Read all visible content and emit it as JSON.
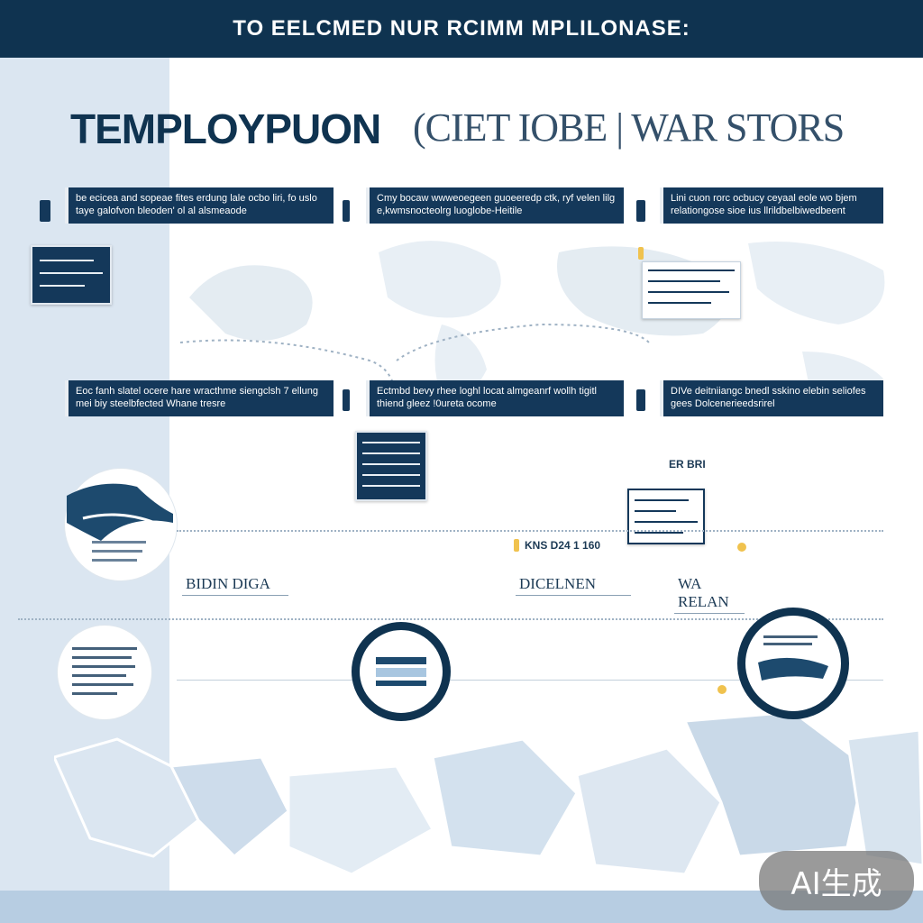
{
  "header": {
    "banner": "TO EELCMED NUR RCIMM MPLILONASE:"
  },
  "title": {
    "main": "TEMPLOYPUON",
    "sub": "(CIET IOBE | WAR STORS"
  },
  "info_boxes": {
    "row1": [
      {
        "text": "be ecicea and sopeae fites erdung lale ocbo liri, fo uslo taye galofvon bleoden' ol al alsmeaode"
      },
      {
        "text": "Cmy bocaw wwweoegeen guoeeredp ctk, ryf velen lilg e,kwmsnocteolrg luoglobe-Heitile"
      },
      {
        "text": "Lini cuon rorc ocbucy ceyaal eole wo bjem relationgose sioe ius llrildbelbiwedbeent"
      }
    ],
    "row2": [
      {
        "text": "Eoc fanh slatel ocere hare wracthme siengclsh 7 ellung mei biy steelbfected Whane tresre"
      },
      {
        "text": "Ectmbd bevy rhee loghl locat almgeanrf wollh tigitl thiend gleez !0ureta ocome"
      },
      {
        "text": "DIVe deitniiangc bnedl sskino elebin seliofes gees Dolcenerieedsrirel"
      }
    ]
  },
  "labels": {
    "left_tab": "BIDIN DIGA",
    "mid_tab": "DICELNEN",
    "right_tab": "WA RELAN",
    "code_mid": "KNS D24 1 160",
    "code_right": "ER BRI"
  },
  "badge": {
    "text": "AI生成"
  },
  "colors": {
    "navy": "#0f3350",
    "box": "#14385a",
    "panel": "#dbe6f1",
    "accent": "#f0c24e"
  }
}
